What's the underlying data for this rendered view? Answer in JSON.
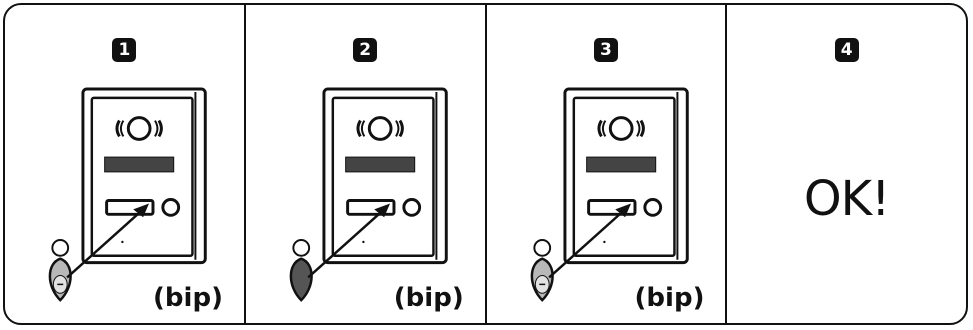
{
  "steps": [
    {
      "number": "1",
      "sound": "(bip)",
      "fob": "light"
    },
    {
      "number": "2",
      "sound": "(bip)",
      "fob": "dark"
    },
    {
      "number": "3",
      "sound": "(bip)",
      "fob": "light"
    },
    {
      "number": "4",
      "result": "OK!"
    }
  ],
  "colors": {
    "line": "#111111",
    "fob_light": "#b8b8b8",
    "fob_dark": "#555555",
    "plate": "#ffffff"
  },
  "icons": {
    "device": "door-entry-panel-icon",
    "fob": "key-fob-icon",
    "arrow": "arrow-icon"
  }
}
